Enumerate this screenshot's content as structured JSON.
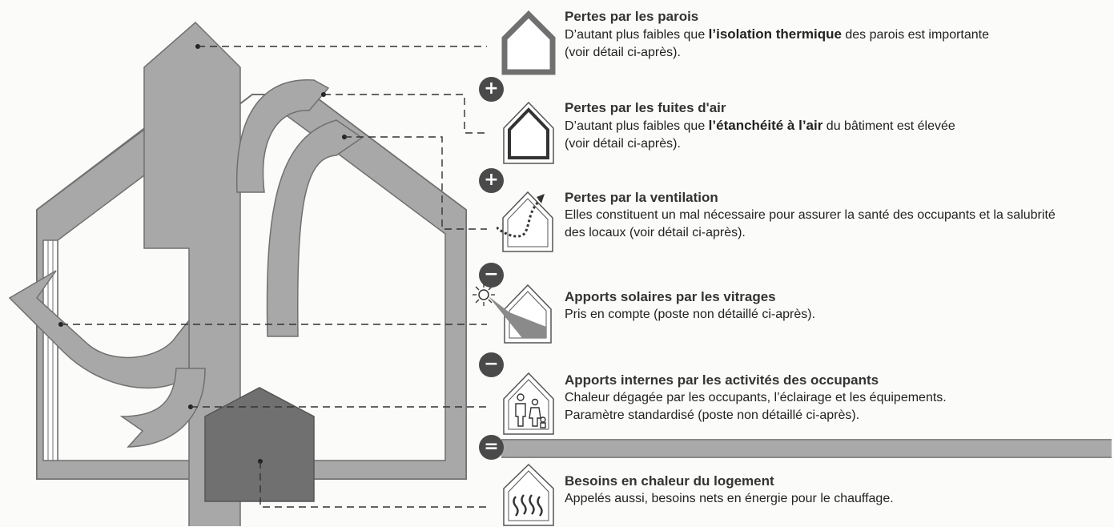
{
  "items": [
    {
      "title": "Pertes par les parois",
      "desc_pre": "D’autant plus faibles que ",
      "desc_bold": "l’isolation thermique",
      "desc_post": " des parois est importante",
      "desc_line2": "(voir détail ci-après)."
    },
    {
      "title": "Pertes par les fuites d'air",
      "desc_pre": "D’autant plus faibles que ",
      "desc_bold": "l’étanchéité à l’air",
      "desc_post": " du bâtiment est élevée",
      "desc_line2": "(voir détail ci-après)."
    },
    {
      "title": "Pertes par la ventilation",
      "desc_line1": "Elles constituent un mal nécessaire pour assurer la santé des occupants et la salubrité",
      "desc_line2": "des locaux (voir détail ci-après)."
    },
    {
      "title": "Apports solaires par les vitrages",
      "desc_line1": "Pris en compte (poste non détaillé ci-après)."
    },
    {
      "title": "Apports internes par les activités des occupants",
      "desc_line1": "Chaleur dégagée par les occupants, l’éclairage et les équipements.",
      "desc_line2": "Paramètre standardisé (poste non détaillé ci-après)."
    },
    {
      "title": "Besoins en chaleur du logement",
      "desc_line1": "Appelés aussi, besoins nets en énergie pour le chauffage."
    }
  ],
  "operators": [
    "+",
    "+",
    "−",
    "−",
    "="
  ],
  "colors": {
    "flow": "#a8a8a8",
    "flow_dark": "#707070",
    "wall": "#a8a8a8",
    "need": "#707070",
    "operator": "#4a4a4a"
  }
}
